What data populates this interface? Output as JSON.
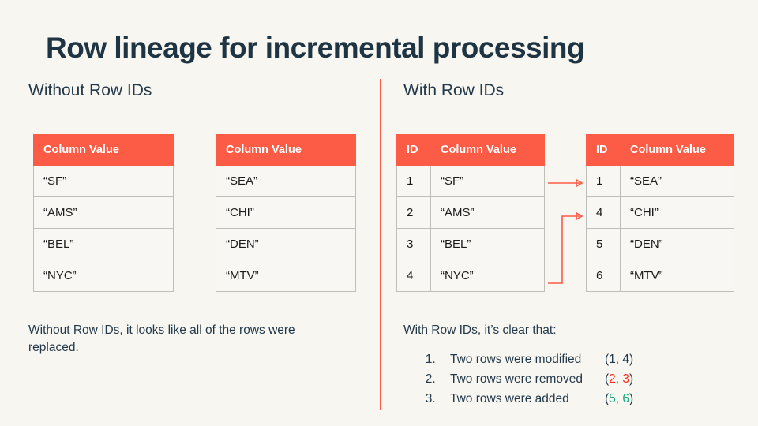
{
  "slide": {
    "title": "Row lineage for incremental processing",
    "background_color": "#F7F6F1",
    "accent_color": "#FC5B45",
    "text_color": "#23394A",
    "removed_color": "#FF2D1F",
    "added_color": "#12A47A"
  },
  "left_panel": {
    "heading": "Without Row IDs",
    "caption": "Without Row IDs, it looks like all of the rows were replaced.",
    "table_before": {
      "headers": [
        "Column Value"
      ],
      "rows": [
        {
          "value": "“SF”"
        },
        {
          "value": "“AMS”"
        },
        {
          "value": "“BEL”"
        },
        {
          "value": "“NYC”"
        }
      ]
    },
    "table_after": {
      "headers": [
        "Column Value"
      ],
      "rows": [
        {
          "value": "“SEA”"
        },
        {
          "value": "“CHI”"
        },
        {
          "value": "“DEN”"
        },
        {
          "value": "“MTV”"
        }
      ]
    }
  },
  "right_panel": {
    "heading": "With Row IDs",
    "caption": "With Row IDs, it’s clear that:",
    "table_before": {
      "headers": [
        "ID",
        "Column Value"
      ],
      "rows": [
        {
          "id": "1",
          "value": "“SF”",
          "state": "normal"
        },
        {
          "id": "2",
          "value": "“AMS”",
          "state": "removed"
        },
        {
          "id": "3",
          "value": "“BEL”",
          "state": "removed"
        },
        {
          "id": "4",
          "value": "“NYC”",
          "state": "normal"
        }
      ]
    },
    "table_after": {
      "headers": [
        "ID",
        "Column Value"
      ],
      "rows": [
        {
          "id": "1",
          "value": "“SEA”",
          "state": "normal"
        },
        {
          "id": "4",
          "value": "“CHI”",
          "state": "normal"
        },
        {
          "id": "5",
          "value": "“DEN”",
          "state": "added"
        },
        {
          "id": "6",
          "value": "“MTV”",
          "state": "added"
        }
      ]
    },
    "findings": [
      {
        "marker": "1.",
        "text": "Two rows were modified",
        "ids_open": "(",
        "ids": "1, 4",
        "ids_close": ")",
        "ids_color": "normal"
      },
      {
        "marker": "2.",
        "text": "Two rows were removed",
        "ids_open": "(",
        "ids": "2, 3",
        "ids_close": ")",
        "ids_color": "removed"
      },
      {
        "marker": "3.",
        "text": "Two rows were added",
        "ids_open": "(",
        "ids": "5, 6",
        "ids_close": ")",
        "ids_color": "added"
      }
    ],
    "arrows": [
      {
        "name": "arrow-row1-to-row1",
        "type": "straight"
      },
      {
        "name": "arrow-row4-to-row2",
        "type": "elbow"
      }
    ]
  }
}
